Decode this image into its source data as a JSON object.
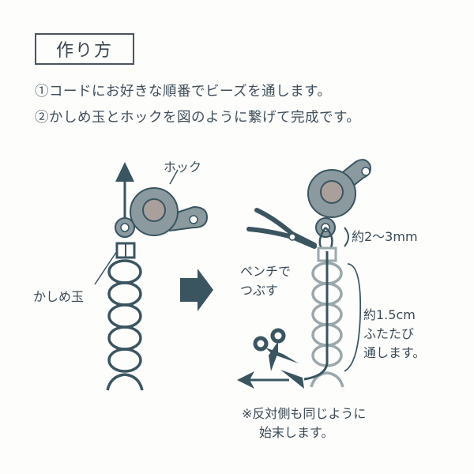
{
  "header": {
    "title": "作り方"
  },
  "steps": [
    {
      "text": "①コードにお好きな順番でビーズを通します。"
    },
    {
      "text": "②かしめ玉とホックを図のように繋げて完成です。"
    }
  ],
  "diagram": {
    "before": {
      "hook_label": "ホック",
      "crimp_bead_label": "かしめ玉"
    },
    "after": {
      "gap_label": "約2〜3mm",
      "pliers_label_line1": "ペンチで",
      "pliers_label_line2": "つぶす",
      "thread_back_line1": "約1.5cm",
      "thread_back_line2": "ふたたび",
      "thread_back_line3": "通します。",
      "note_line1": "※反対側も同じように",
      "note_line2": "始末します。"
    },
    "colors": {
      "dark": "#3a5560",
      "hook_fill": "#8a9a9f",
      "hook_center": "#a9a09c",
      "light_beads": "#9aa8ab"
    }
  }
}
